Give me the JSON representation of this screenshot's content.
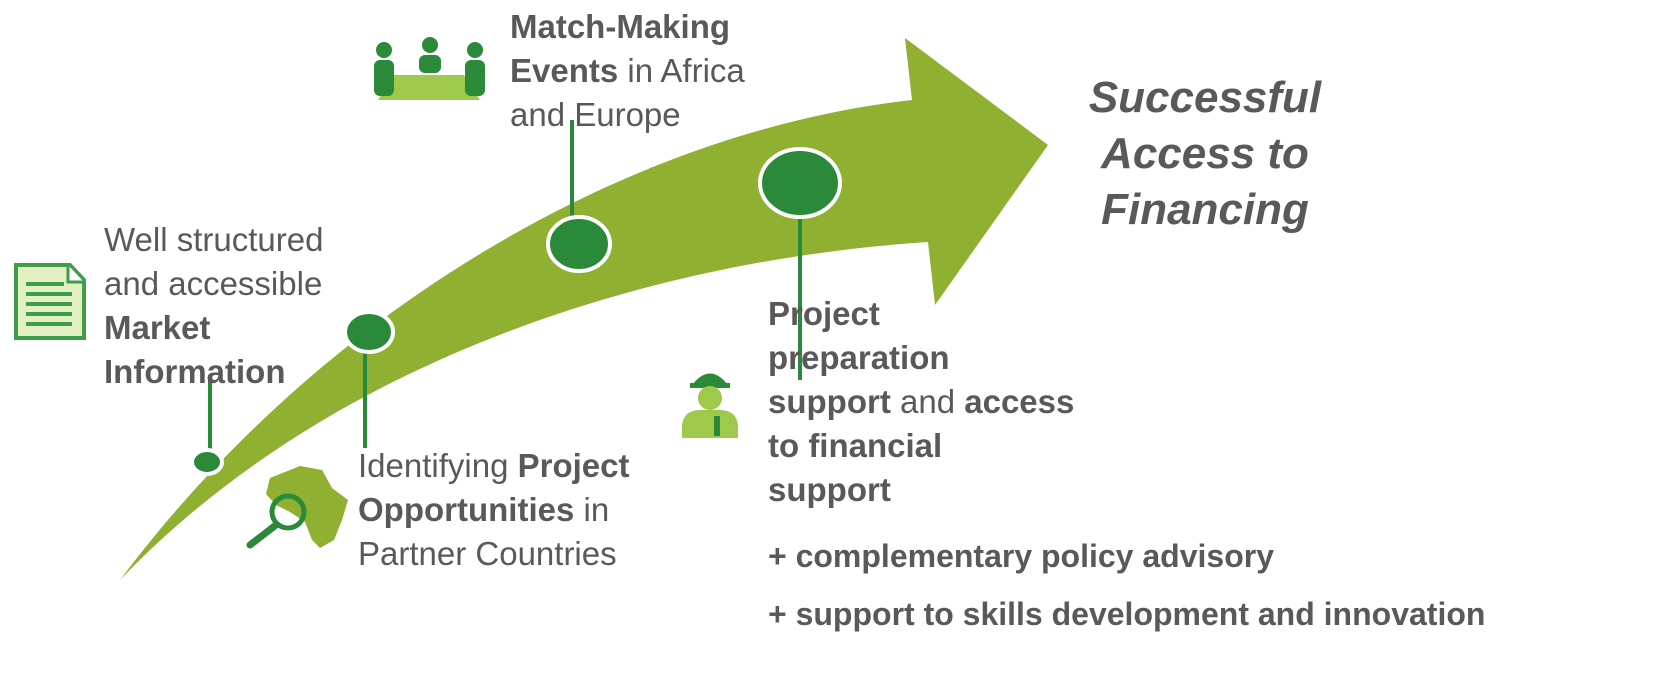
{
  "colors": {
    "arrow": "#8fb030",
    "dark_green": "#2a8a3a",
    "icon_green": "#3e9e4a",
    "light_green": "#9ec94a",
    "text": "#595959"
  },
  "goal": {
    "line1": "Successful",
    "line2": "Access to",
    "line3": "Financing"
  },
  "steps": {
    "market": {
      "icon": "document-icon",
      "line1": "Well structured",
      "line2": "and accessible",
      "line3": "Market",
      "line4": "Information"
    },
    "projects": {
      "icon": "africa-magnifier-icon",
      "l1_normal": "Identifying ",
      "l1_bold": "Project",
      "l2_bold": "Opportunities",
      "l2_normal": " in",
      "l3": "Partner Countries"
    },
    "events": {
      "icon": "meeting-icon",
      "line1": "Match-Making",
      "l2_bold": "Events",
      "l2_normal": " in Africa",
      "line3": "and Europe"
    },
    "preparation": {
      "icon": "engineer-icon",
      "line1": "Project",
      "line2": "preparation",
      "l3_bold_a": "support",
      "l3_normal": " and ",
      "l3_bold_b": "access",
      "line4": "to financial",
      "line5": "support"
    }
  },
  "extras": {
    "policy": "+ complementary policy advisory",
    "skills": "+ support to skills development and innovation"
  }
}
